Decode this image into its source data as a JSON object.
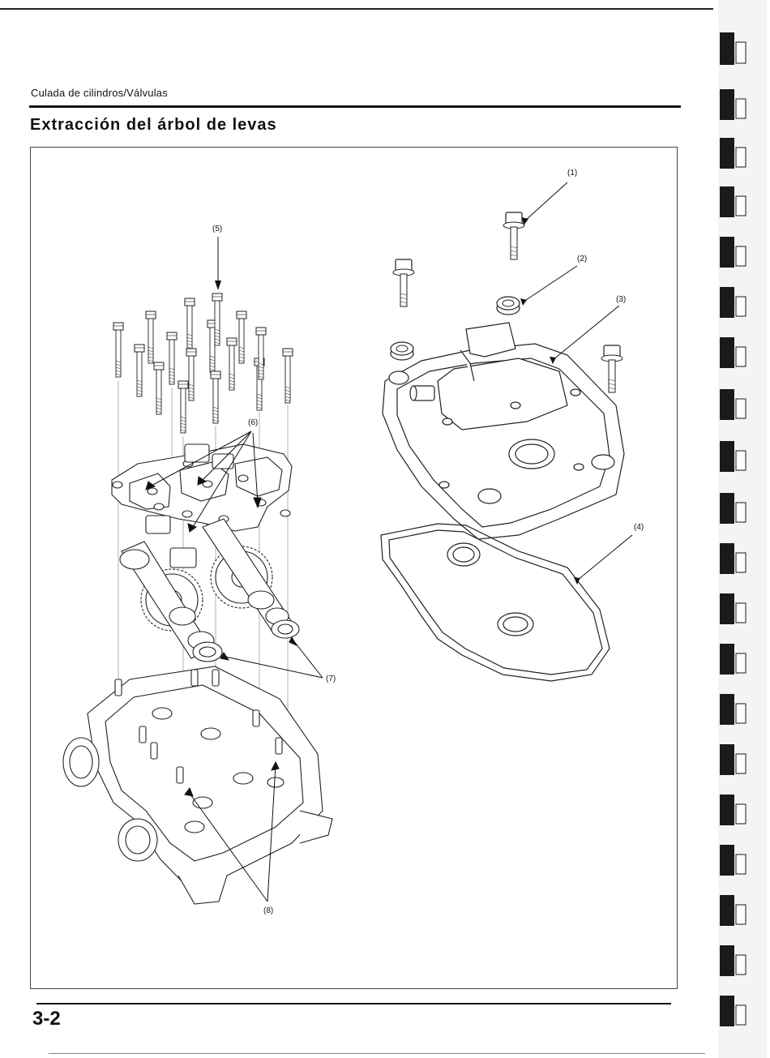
{
  "header": {
    "section": "Culada de cilindros/Válvulas",
    "title": "Extracción del árbol de levas"
  },
  "figure": {
    "callouts": [
      {
        "id": "c1",
        "text": "(1)"
      },
      {
        "id": "c2",
        "text": "(2)"
      },
      {
        "id": "c3",
        "text": "(3)"
      },
      {
        "id": "c4",
        "text": "(4)"
      },
      {
        "id": "c5",
        "text": "(5)"
      },
      {
        "id": "c6",
        "text": "(6)"
      },
      {
        "id": "c7",
        "text": "(7)"
      },
      {
        "id": "c8",
        "text": "(8)"
      }
    ]
  },
  "footer": {
    "page_number": "3-2"
  }
}
